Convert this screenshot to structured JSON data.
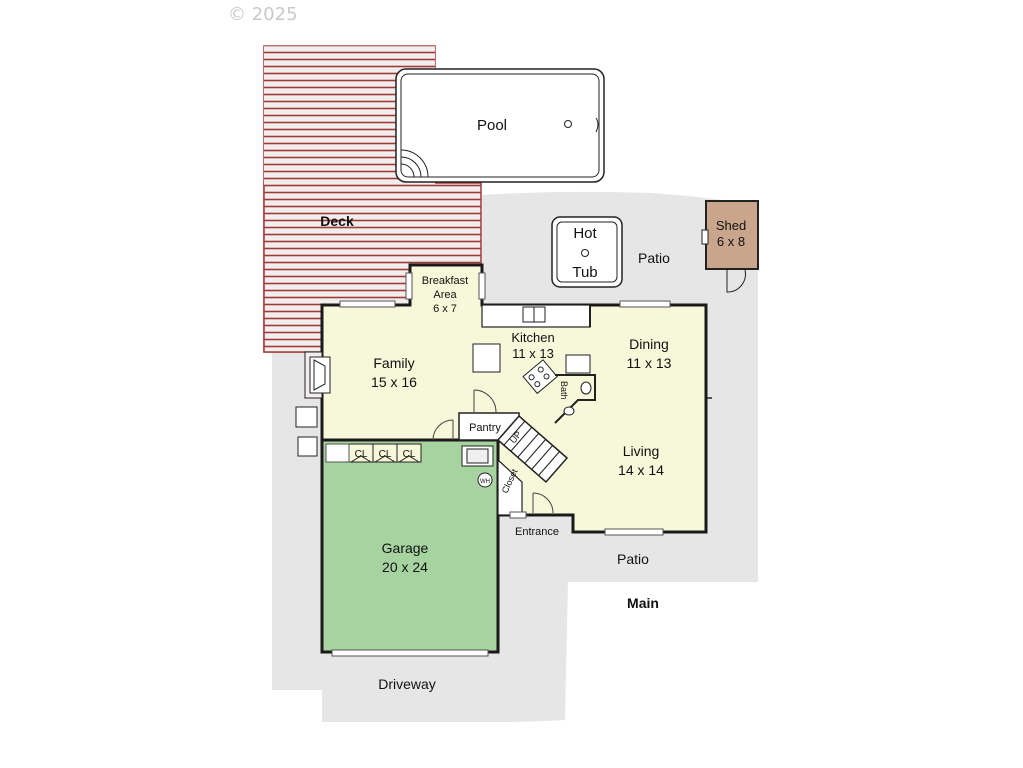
{
  "watermark": "© 2025",
  "floor_label": "Main",
  "colors": {
    "paving": "#e6e6e6",
    "interior": "#f7f7d9",
    "garage": "#a6d3a0",
    "shed": "#c9a58c",
    "deck_fill": "#f3eeee",
    "deck_lines": "#a33a3a",
    "wall": "#1a1a1a"
  },
  "rooms": {
    "pool": "Pool",
    "deck": "Deck",
    "hot_tub_line1": "Hot",
    "hot_tub_line2": "Tub",
    "patio_top": "Patio",
    "shed_name": "Shed",
    "shed_size": "6 x 8",
    "breakfast_line1": "Breakfast",
    "breakfast_line2": "Area",
    "breakfast_size": "6 x 7",
    "kitchen_name": "Kitchen",
    "kitchen_size": "11 x 13",
    "dining_name": "Dining",
    "dining_size": "11 x 13",
    "family_name": "Family",
    "family_size": "15 x 16",
    "bath": "Bath",
    "pantry": "Pantry",
    "stairs_up": "UP",
    "living_name": "Living",
    "living_size": "14 x 14",
    "closet_cl1": "CL",
    "closet_cl2": "CL",
    "closet_cl3": "CL",
    "closet": "Closet",
    "wh": "WH",
    "entrance": "Entrance",
    "patio_bottom": "Patio",
    "garage_name": "Garage",
    "garage_size": "20 x 24",
    "driveway": "Driveway"
  }
}
